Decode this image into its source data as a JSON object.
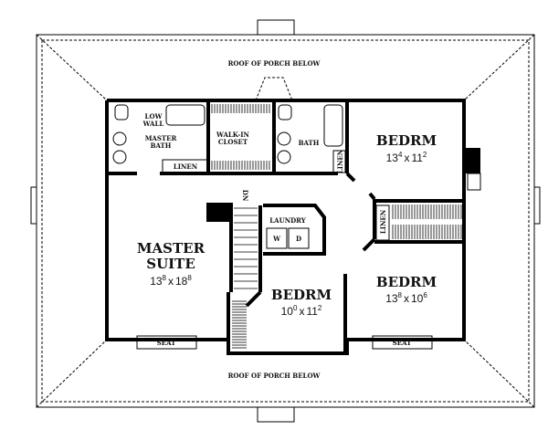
{
  "roof": {
    "top_label": "ROOF OF PORCH BELOW",
    "bottom_label": "ROOF OF PORCH BELOW"
  },
  "rooms": {
    "master_bath": "MASTER BATH",
    "master_bath_line1": "MASTER",
    "master_bath_line2": "BATH",
    "low_wall_1": "LOW",
    "low_wall_2": "WALL",
    "walk_in_1": "WALK-IN",
    "walk_in_2": "CLOSET",
    "bath": "BATH",
    "linen": "LINEN",
    "laundry": "LAUNDRY",
    "washer": "W",
    "dryer": "D",
    "stairs_dn": "DN",
    "seat": "SEAT",
    "master_suite_1": "MASTER",
    "master_suite_2": "SUITE",
    "bedrm": "BEDRM"
  },
  "dims": {
    "master_suite": {
      "a": "13",
      "a_sup": "8",
      "x": "x",
      "b": "18",
      "b_sup": "8"
    },
    "bedrm_top_right": {
      "a": "13",
      "a_sup": "4",
      "x": "x",
      "b": "11",
      "b_sup": "2"
    },
    "bedrm_middle": {
      "a": "10",
      "a_sup": "0",
      "x": "x",
      "b": "11",
      "b_sup": "2"
    },
    "bedrm_bottom_right": {
      "a": "13",
      "a_sup": "8",
      "x": "x",
      "b": "10",
      "b_sup": "6"
    }
  }
}
